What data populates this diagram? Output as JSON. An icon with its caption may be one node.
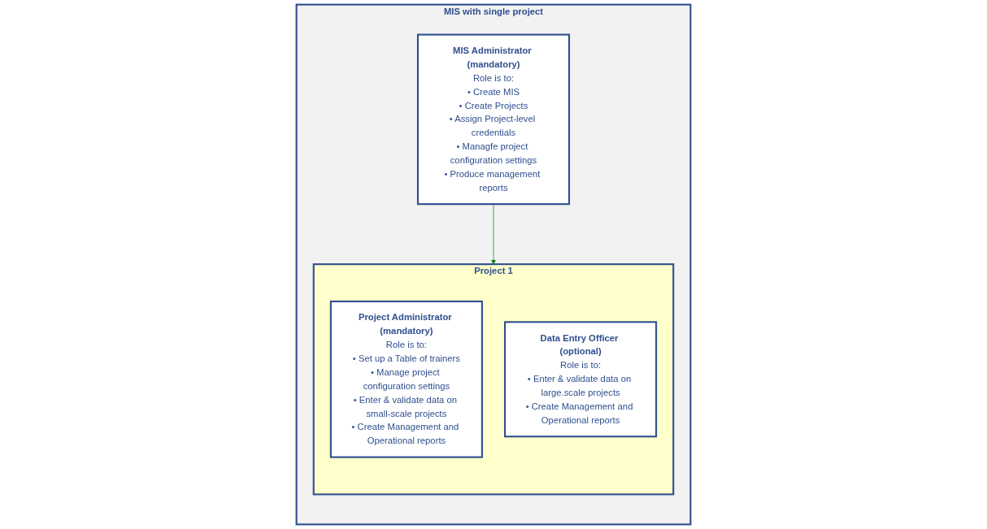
{
  "diagram": {
    "nodes": [
      {
        "text": [
          "MIS with single project"
        ]
      },
      {
        "text": [
          "Project 1"
        ],
        "in": 0
      },
      {
        "text": [
          "Project Administrator (mandatory)",
          "Role is to:",
          "• Set up a Table of trainers",
          "• Manage project configuration settings",
          "• Enter & validate data on small-scale projects",
          "• Create Management and Operational reports"
        ],
        "in": 1
      },
      {
        "text": [
          "Data Entry Officer (optional)",
          "Role is to:",
          "• Enter & validate data on large.scale projects",
          "• Create Management and Operational reports"
        ],
        "in": 1
      },
      {
        "text": [
          "MIS Administrator (mandatory)",
          "Role is to:",
          "• Create MIS",
          "• Create Projects",
          "• Assign Project-level credentials",
          "• Managfe project configuration settings",
          "• Produce management reports"
        ],
        "in": 0
      }
    ],
    "edges": [
      {
        "from": 4,
        "to": 1,
        "arrow": "to",
        "color": "#008000"
      }
    ]
  }
}
